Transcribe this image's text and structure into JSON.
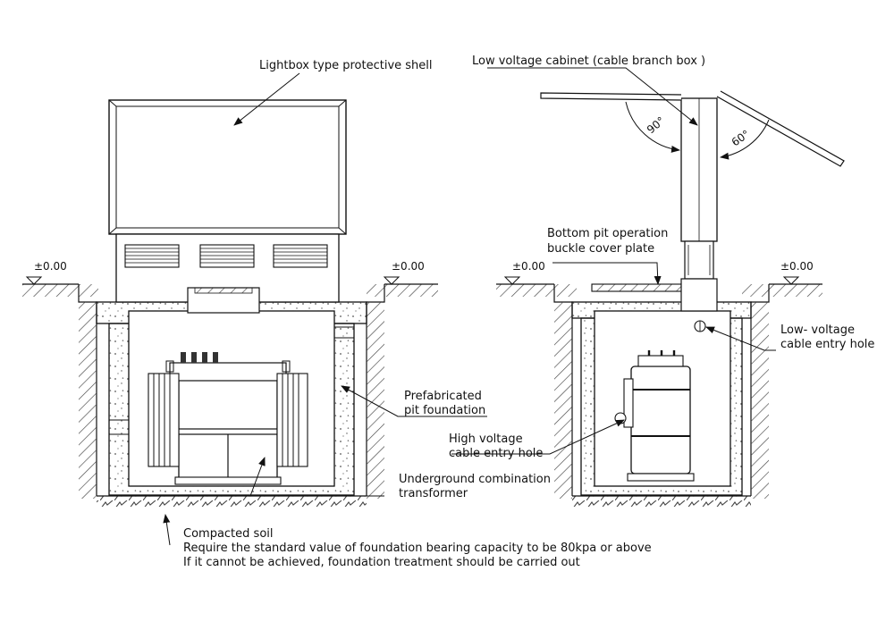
{
  "labels": {
    "shell": "Lightbox type protective shell",
    "cabinet": "Low voltage cabinet (cable branch box )",
    "cover_plate_1": "Bottom pit operation",
    "cover_plate_2": "buckle cover plate",
    "lv_hole_1": "Low- voltage",
    "lv_hole_2": "cable entry hole",
    "pit_1": "Prefabricated",
    "pit_2": "pit foundation",
    "hv_hole_1": "High voltage",
    "hv_hole_2": "cable entry hole",
    "transformer_1": "Underground combination",
    "transformer_2": "transformer",
    "soil_1": "Compacted soil",
    "soil_2": "Require the standard value of foundation bearing capacity to be 80kpa or above",
    "soil_3": "If it cannot be achieved, foundation treatment should be carried out"
  },
  "levels": {
    "left_a": "±0.00",
    "left_b": "±0.00",
    "right_a": "±0.00",
    "right_b": "±0.00"
  },
  "angles": {
    "left_door": "90°",
    "right_door": "60°"
  }
}
